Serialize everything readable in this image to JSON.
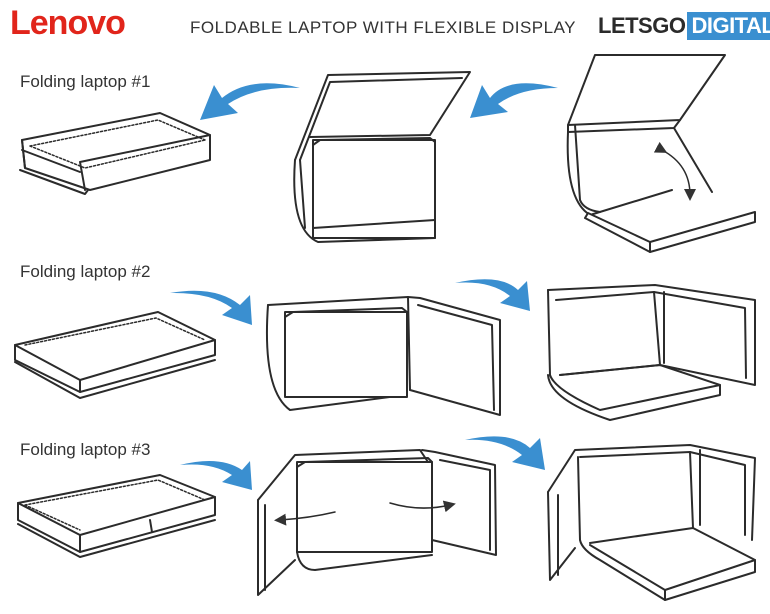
{
  "header": {
    "brand_logo": "Lenovo",
    "title": "FOLDABLE LAPTOP WITH FLEXIBLE DISPLAY",
    "source_logo_part1": "LETSGO",
    "source_logo_part2": "DIGITAL"
  },
  "colors": {
    "lenovo_red": "#e1251b",
    "arrow_blue": "#3a8fd0",
    "line": "#2b2b2b",
    "digital_blue": "#3a8fd0"
  },
  "rows": [
    {
      "label": "Folding laptop #1",
      "stages": [
        "closed",
        "half-open-folded",
        "open-L-shape"
      ],
      "arrow_direction": "right-to-left"
    },
    {
      "label": "Folding laptop #2",
      "stages": [
        "closed",
        "wallet-fold-open",
        "open-corner"
      ],
      "arrow_direction": "left-to-right"
    },
    {
      "label": "Folding laptop #3",
      "stages": [
        "closed",
        "tri-fold-open",
        "open-tri-corner"
      ],
      "arrow_direction": "left-to-right"
    }
  ]
}
